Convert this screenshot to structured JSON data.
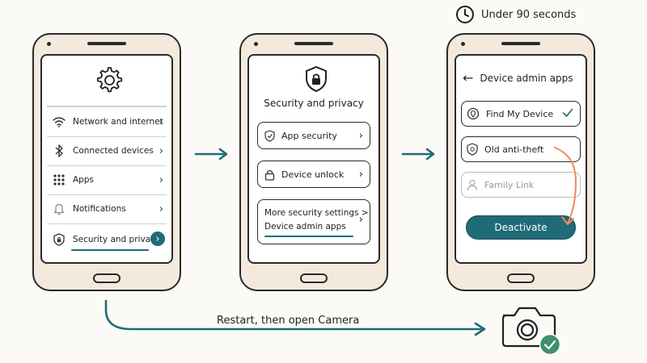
{
  "timer": {
    "text": "Under 90 seconds"
  },
  "phone1": {
    "menu": [
      {
        "label": "Network and internet",
        "icon": "wifi-icon"
      },
      {
        "label": "Connected devices",
        "icon": "bluetooth-icon"
      },
      {
        "label": "Apps",
        "icon": "apps-grid-icon"
      },
      {
        "label": "Notifications",
        "icon": "bell-icon"
      },
      {
        "label": "Security and privacy",
        "icon": "shield-lock-icon",
        "highlighted": true
      }
    ]
  },
  "phone2": {
    "title": "Security and privacy",
    "items": [
      {
        "label": "App security",
        "icon": "shield-check-icon"
      },
      {
        "label": "Device unlock",
        "icon": "lock-icon"
      }
    ],
    "more_line1": "More security settings >",
    "more_line2": "Device admin apps"
  },
  "phone3": {
    "title": "Device admin apps",
    "apps": [
      {
        "label": "Find My Device",
        "state": "checked"
      },
      {
        "label": "Old anti-theft",
        "state": "active"
      },
      {
        "label": "Family Link",
        "state": "disabled"
      }
    ],
    "deactivate": "Deactivate"
  },
  "bottom": {
    "label": "Restart, then open Camera"
  },
  "colors": {
    "teal": "#1f6b78",
    "orange": "#f08a5d",
    "phone": "#f3e9dc",
    "check_green": "#3f8f6b"
  }
}
